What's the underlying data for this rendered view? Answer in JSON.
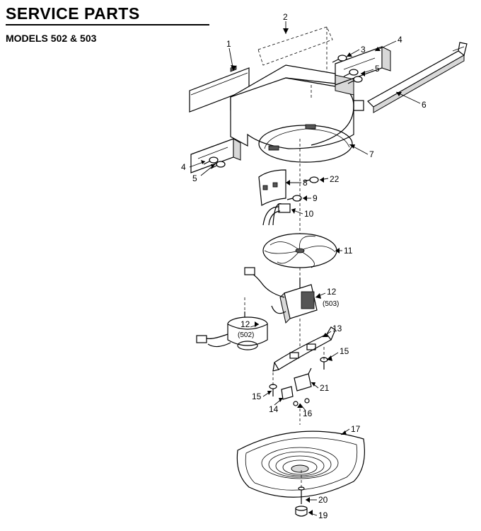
{
  "header": {
    "title": "SERVICE PARTS",
    "subtitle": "MODELS 502 & 503"
  },
  "callouts": {
    "c1": "1",
    "c2": "2",
    "c3": "3",
    "c4a": "4",
    "c5a": "5",
    "c6": "6",
    "c7": "7",
    "c4b": "4",
    "c5b": "5",
    "c8": "8",
    "c22": "22",
    "c9": "9",
    "c10": "10",
    "c11": "11",
    "c12a": "12",
    "c12a_note": "(503)",
    "c12b": "12",
    "c12b_note": "(502)",
    "c13": "13",
    "c15a": "15",
    "c15b": "15",
    "c21": "21",
    "c14": "14",
    "c16": "16",
    "c17": "17",
    "c20": "20",
    "c19": "19"
  }
}
